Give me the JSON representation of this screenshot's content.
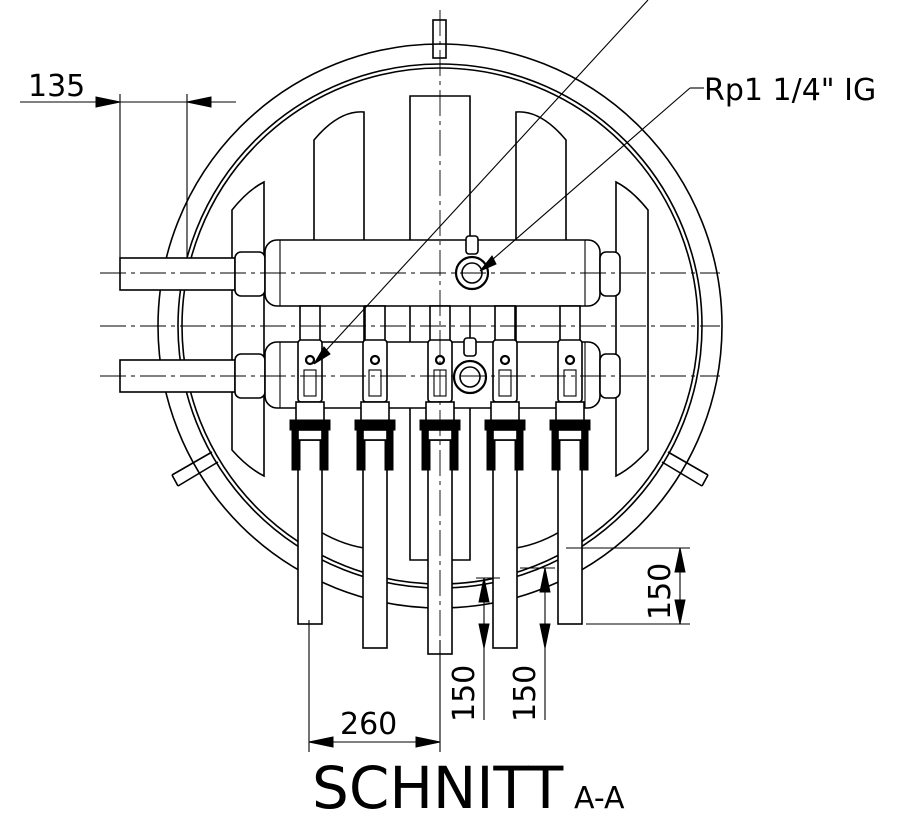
{
  "title": {
    "main": "SCHNITT",
    "sub": "A-A"
  },
  "thread_callout": "Rp1 1/4\" IG",
  "dimensions": {
    "top_offset": "135",
    "outlet_spacing": "260",
    "pipe_length_right": "150",
    "pipe_length_mid_a": "150",
    "pipe_length_mid_b": "150"
  },
  "colors": {
    "line": "#000000",
    "background": "#ffffff"
  }
}
